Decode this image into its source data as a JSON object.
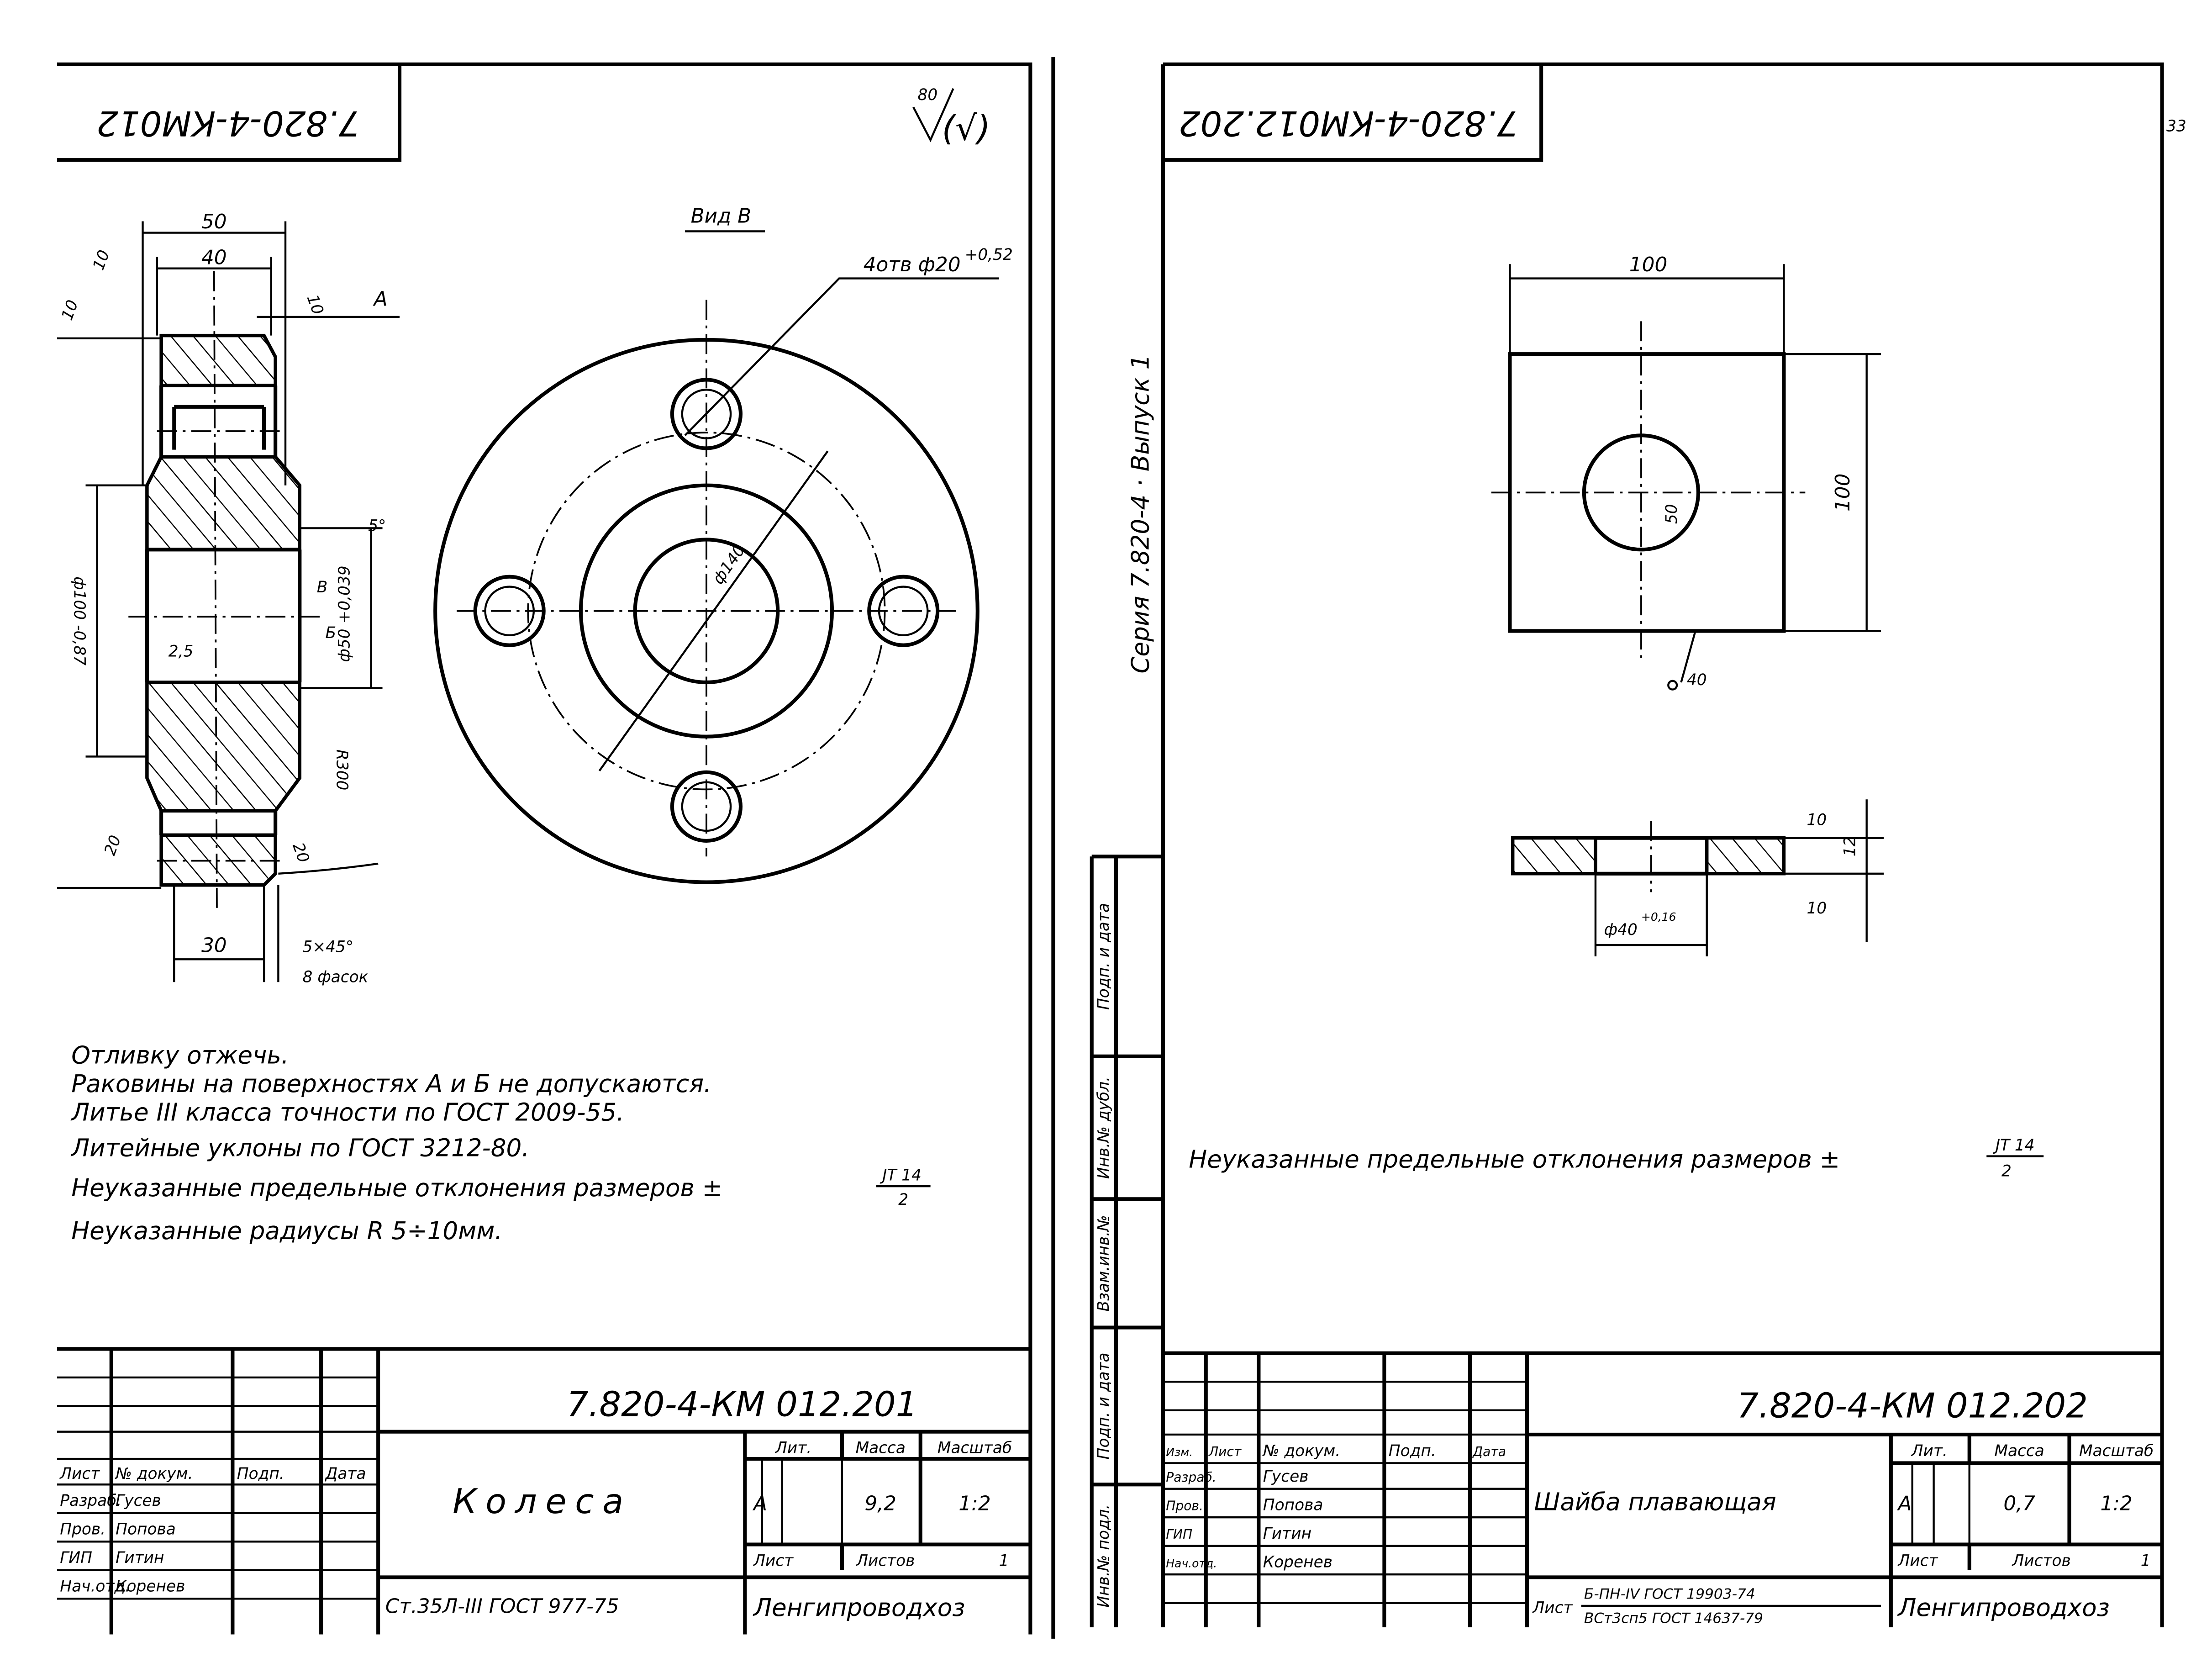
{
  "left_sheet": {
    "header_code": "7.820-4-КМ012",
    "roughness": "80",
    "roughness_paren": "(√)",
    "view_label": "Вид В",
    "holes_label": "4отв ф20",
    "holes_tol": "+0,52",
    "dims": {
      "d50": "50",
      "d40": "40",
      "r10a": "10",
      "r10b": "10",
      "r10c": "10",
      "A": "A",
      "dia100": "ф100 -0,87",
      "angle5": "5°",
      "B": "В",
      "Bsec": "Б",
      "dia50": "ф50 +0,039",
      "r25": "2,5",
      "r20a": "20",
      "r20b": "20",
      "R300": "R300",
      "d30": "30",
      "chamfer": "5×45°",
      "chamfer_note": "8 фасок",
      "dia140": "ф140"
    },
    "notes": [
      "Отливку отжечь.",
      "Раковины на поверхностях А и Б не допускаются.",
      "Литье III класса точности по ГОСТ 2009-55.",
      "Литейные уклоны по ГОСТ 3212-80.",
      "Неуказанные предельные отклонения размеров ±",
      "Неуказанные радиусы R 5÷10мм."
    ],
    "tol_num": "JT 14",
    "tol_den": "2",
    "title_block": {
      "code": "7.820-4-КМ 012.201",
      "name": "Колеса",
      "col_headers": [
        "Лист",
        "№ докум.",
        "Подп.",
        "Дата"
      ],
      "rows": [
        [
          "Разраб.",
          "Гусев"
        ],
        [
          "Пров.",
          "Попова"
        ],
        [
          "ГИП",
          "Гитин"
        ],
        [
          "Нач.отд.",
          "Коренев"
        ]
      ],
      "lit_label": "Лит.",
      "mass_label": "Масса",
      "scale_label": "Масштаб",
      "lit": "А",
      "mass": "9,2",
      "scale": "1:2",
      "sheet_label": "Лист",
      "sheets_label": "Листов",
      "sheets": "1",
      "material": "Ст.35Л-III ГОСТ 977-75",
      "org": "Ленгипроводхоз"
    }
  },
  "right_sheet": {
    "header_code": "7.820-4-КМ012.202",
    "page_number": "33",
    "series": "Серия 7.820-4 · Выпуск 1",
    "margin_labels": [
      "Подп. и дата",
      "Инв.№ дубл.",
      "Взам.инв.№",
      "Подп. и дата",
      "Инв.№ подл."
    ],
    "dims": {
      "w100": "100",
      "h100": "100",
      "r50": "50",
      "r40": "40",
      "r10a": "10",
      "r10b": "10",
      "t12": "12",
      "dia40": "ф40",
      "dia40_tol": "+0,16"
    },
    "note": "Неуказанные предельные отклонения размеров ±",
    "tol_num": "JT 14",
    "tol_den": "2",
    "title_block": {
      "code": "7.820-4-КМ 012.202",
      "name": "Шайба плавающая",
      "col_headers": [
        "Изм.",
        "Лист",
        "№ докум.",
        "Подп.",
        "Дата"
      ],
      "rows": [
        [
          "Разраб.",
          "Гусев"
        ],
        [
          "Пров.",
          "Попова"
        ],
        [
          "ГИП",
          "Гитин"
        ],
        [
          "Нач.отд.",
          "Коренев"
        ]
      ],
      "lit_label": "Лит.",
      "mass_label": "Масса",
      "scale_label": "Масштаб",
      "lit": "А",
      "mass": "0,7",
      "scale": "1:2",
      "sheet_label": "Лист",
      "sheets_label": "Листов",
      "sheets": "1",
      "material_prefix": "Лист",
      "material_num": "Б-ПН-IV ГОСТ 19903-74",
      "material_den": "ВСт3сп5 ГОСТ 14637-79",
      "org": "Ленгипроводхоз"
    }
  }
}
